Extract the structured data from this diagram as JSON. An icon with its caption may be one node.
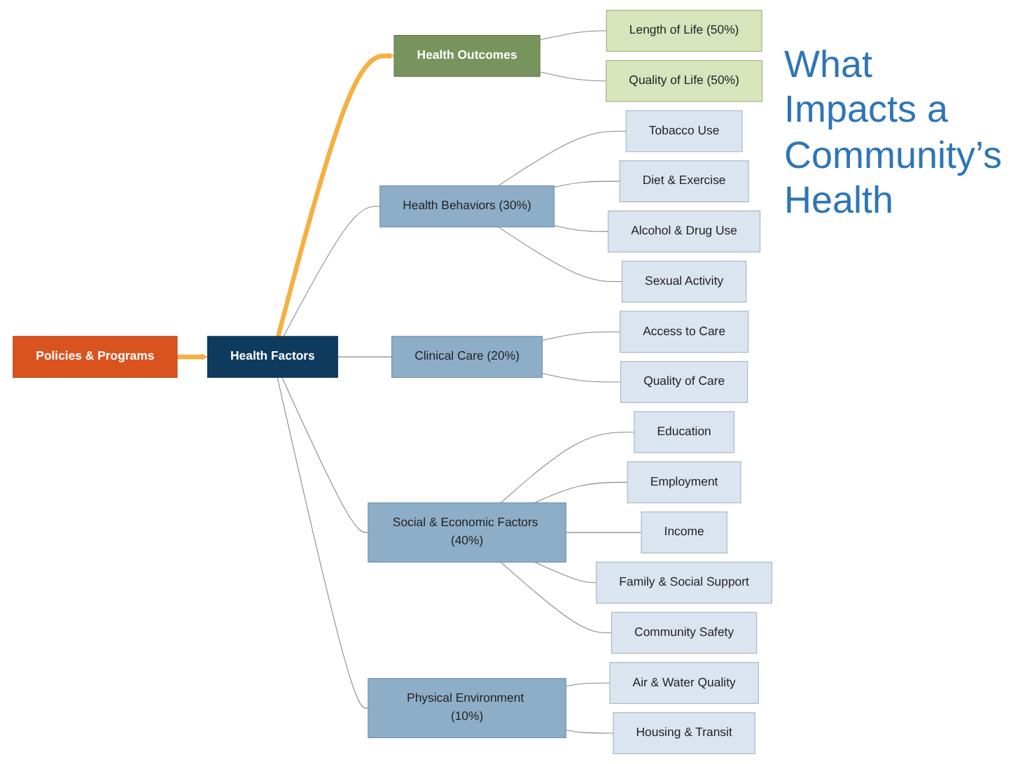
{
  "diagram": {
    "title": "What Impacts a Community’s Health",
    "nodes": [
      {
        "text": [
          "Health Outcomes"
        ]
      },
      {
        "text": [
          "Length of Life (50%)"
        ]
      },
      {
        "text": [
          "Quality of Life (50%)"
        ]
      },
      {
        "text": [
          "Health Factors"
        ]
      },
      {
        "text": [
          "Health Behaviors (30%)"
        ]
      },
      {
        "text": [
          "Tobacco Use"
        ]
      },
      {
        "text": [
          "Diet & Exercise"
        ]
      },
      {
        "text": [
          "Alcohol & Drug Use"
        ]
      },
      {
        "text": [
          "Sexual Activity"
        ]
      },
      {
        "text": [
          "Clinical Care (20%)"
        ]
      },
      {
        "text": [
          "Access to Care"
        ]
      },
      {
        "text": [
          "Quality of Care"
        ]
      },
      {
        "text": [
          "Social & Economic Factors (40%)"
        ]
      },
      {
        "text": [
          "Education"
        ]
      },
      {
        "text": [
          "Employment"
        ]
      },
      {
        "text": [
          "Income"
        ]
      },
      {
        "text": [
          "Family & Social Support"
        ]
      },
      {
        "text": [
          "Community Safety"
        ]
      },
      {
        "text": [
          "Physical Environment (10%)"
        ]
      },
      {
        "text": [
          "Air & Water Quality"
        ]
      },
      {
        "text": [
          "Housing & Transit"
        ]
      },
      {
        "text": [
          "Policies & Programs"
        ]
      }
    ],
    "edges": [
      {
        "from": 21,
        "to": 3,
        "arrow": "to",
        "style": "thick",
        "color": "#f5b041"
      },
      {
        "from": 3,
        "to": 0,
        "arrow": "to",
        "style": "thick",
        "color": "#f5b041"
      },
      {
        "from": 0,
        "to": 1,
        "arrow": "none"
      },
      {
        "from": 0,
        "to": 2,
        "arrow": "none"
      },
      {
        "from": 3,
        "to": 4,
        "arrow": "none"
      },
      {
        "from": 3,
        "to": 9,
        "arrow": "none"
      },
      {
        "from": 3,
        "to": 12,
        "arrow": "none"
      },
      {
        "from": 3,
        "to": 18,
        "arrow": "none"
      },
      {
        "from": 4,
        "to": 5,
        "arrow": "none"
      },
      {
        "from": 4,
        "to": 6,
        "arrow": "none"
      },
      {
        "from": 4,
        "to": 7,
        "arrow": "none"
      },
      {
        "from": 4,
        "to": 8,
        "arrow": "none"
      },
      {
        "from": 9,
        "to": 10,
        "arrow": "none"
      },
      {
        "from": 9,
        "to": 11,
        "arrow": "none"
      },
      {
        "from": 12,
        "to": 13,
        "arrow": "none"
      },
      {
        "from": 12,
        "to": 14,
        "arrow": "none"
      },
      {
        "from": 12,
        "to": 15,
        "arrow": "none"
      },
      {
        "from": 12,
        "to": 16,
        "arrow": "none"
      },
      {
        "from": 12,
        "to": 17,
        "arrow": "none"
      },
      {
        "from": 18,
        "to": 19,
        "arrow": "none"
      },
      {
        "from": 18,
        "to": 20,
        "arrow": "none"
      }
    ]
  }
}
